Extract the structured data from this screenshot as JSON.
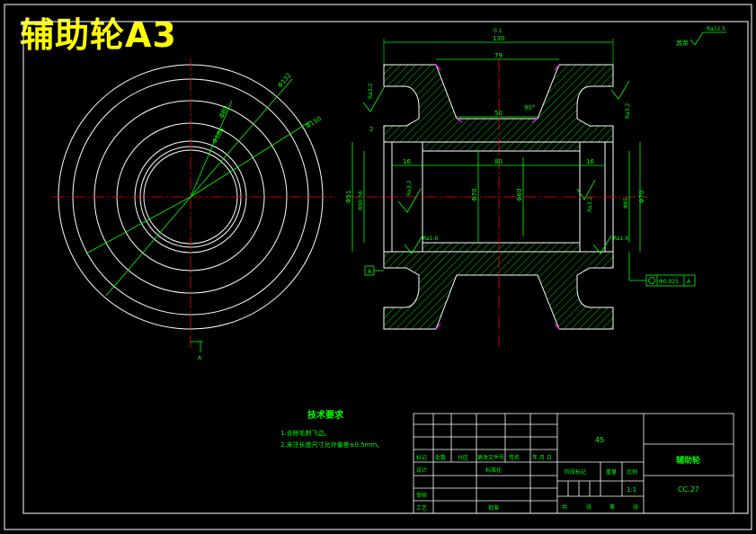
{
  "title": "辅助轮A3",
  "dims": {
    "d132": "Φ132",
    "d150": "Φ150",
    "d80": "Φ80",
    "d186": "Φ186",
    "len130": "130",
    "tol": "0.1",
    "top79": "79",
    "bottom50": "50",
    "angle": "90°",
    "chamfer": "2",
    "left16": "16",
    "right16": "16",
    "mid80": "80",
    "hub": "Φ90 h6",
    "phi51": "Φ51",
    "phi70": "Φ70",
    "phi60": "Φ60",
    "phi85": "Φ85",
    "phi70b": "Φ70",
    "ra32a": "Ra3.2",
    "ra32b": "Ra3.2",
    "ra32c": "Ra3.2",
    "ra16a": "Ra1.6",
    "ra16b": "Ra1.6",
    "ra32d": "Ra3.2",
    "other": "其余",
    "ra125": "Ra12.5",
    "datumA": "A",
    "tolValue": "Φ0.025",
    "tolDatum": "A",
    "sectionA": "A"
  },
  "tech": {
    "title": "技术要求",
    "line1": "1.去除毛刺飞边。",
    "line2": "2.未注长度尺寸允许偏差±0.5mm。"
  },
  "titleblock": {
    "material": "45",
    "part_name": "辅助轮",
    "drawing_no": "CC.27",
    "scale": "1:1",
    "h_mark": "标记",
    "h_count": "处数",
    "h_zone": "分区",
    "h_doc": "更改文件号",
    "h_sign": "签名",
    "h_date": "年.月.日",
    "design": "设计",
    "standard": "标准化",
    "stage_mark": "阶段标记",
    "weight": "重量",
    "scale_label": "比例",
    "check": "审核",
    "process": "工艺",
    "approve": "批准",
    "total": "共",
    "sheet": "张",
    "no": "第",
    "sheet2": "张"
  }
}
